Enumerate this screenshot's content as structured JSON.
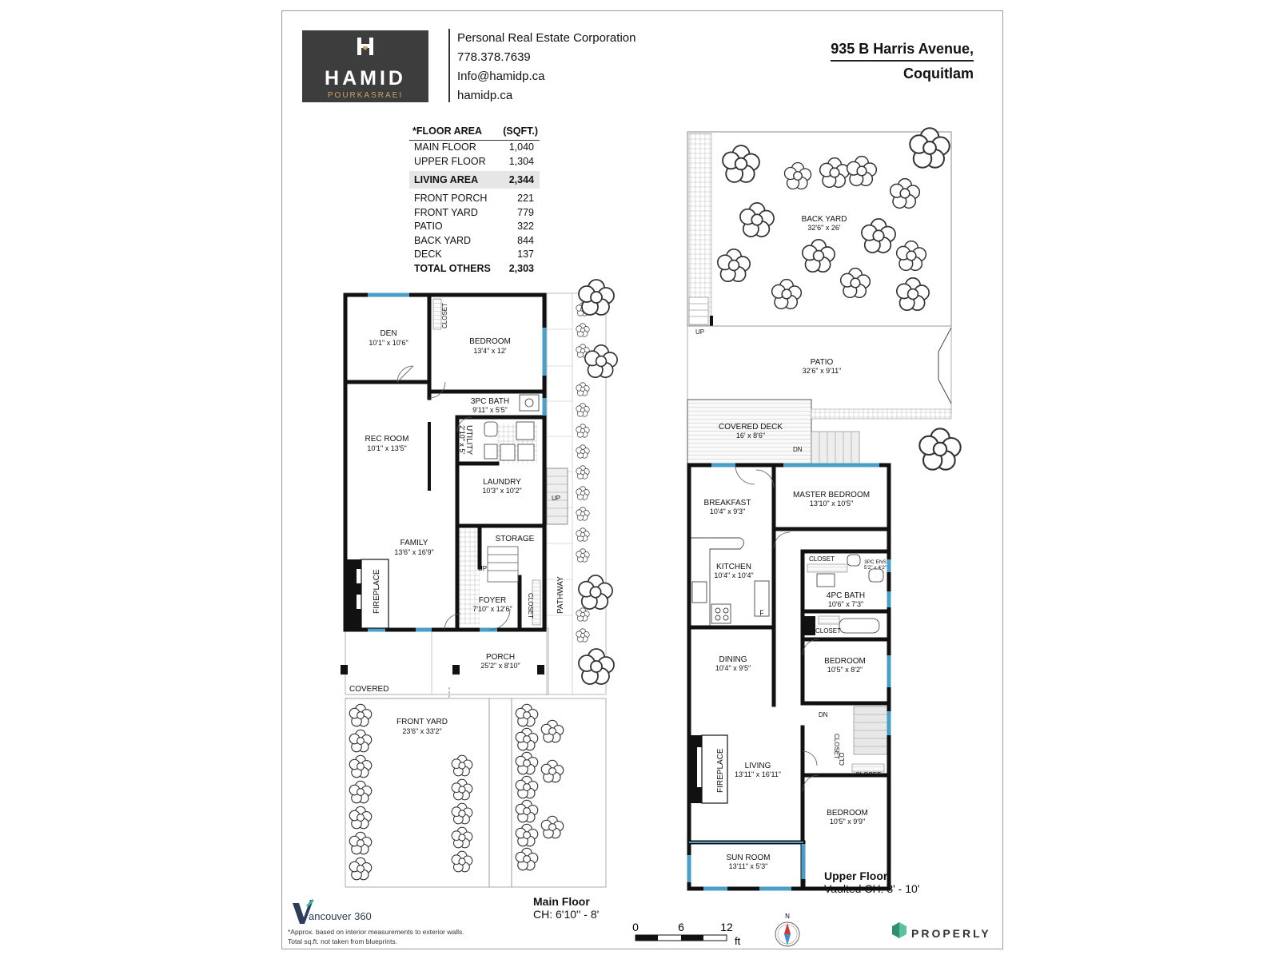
{
  "header": {
    "logo_brand": "HAMID",
    "logo_sub": "POURKASRAEI",
    "contact": {
      "company": "Personal Real Estate Corporation",
      "phone": "778.378.7639",
      "email": "Info@hamidp.ca",
      "website": "hamidp.ca"
    },
    "address_line1": "935 B Harris Avenue,",
    "address_line2": "Coquitlam"
  },
  "area_table": {
    "header_label": "*FLOOR AREA",
    "header_unit": "(SQFT.)",
    "rows": [
      {
        "label": "MAIN FLOOR",
        "value": "1,040"
      },
      {
        "label": "UPPER FLOOR",
        "value": "1,304"
      }
    ],
    "living": {
      "label": "LIVING AREA",
      "value": "2,344"
    },
    "others": [
      {
        "label": "FRONT PORCH",
        "value": "221"
      },
      {
        "label": "FRONT YARD",
        "value": "779"
      },
      {
        "label": "PATIO",
        "value": "322"
      },
      {
        "label": "BACK YARD",
        "value": "844"
      },
      {
        "label": "DECK",
        "value": "137"
      }
    ],
    "total": {
      "label": "TOTAL OTHERS",
      "value": "2,303"
    }
  },
  "main_floor": {
    "title": "Main Floor",
    "ceiling": "CH: 6'10'' - 8'",
    "rooms": {
      "den": {
        "name": "DEN",
        "dims": "10'1\" x 10'6\""
      },
      "bedroom": {
        "name": "BEDROOM",
        "dims": "13'4\" x 12'"
      },
      "closet": "CLOSET",
      "bath": {
        "name": "3PC BATH",
        "dims": "9'11\" x 5'5\""
      },
      "utility": {
        "name": "UTILITY",
        "dims": "2'10\" x 5'"
      },
      "rec_room": {
        "name": "REC ROOM",
        "dims": "10'1\" x 13'5\""
      },
      "laundry": {
        "name": "LAUNDRY",
        "dims": "10'3\" x 10'2\""
      },
      "storage": "STORAGE",
      "family": {
        "name": "FAMILY",
        "dims": "13'6\" x 16'9\""
      },
      "fireplace": "FIREPLACE",
      "foyer": {
        "name": "FOYER",
        "dims": "7'10\" x 12'6\""
      },
      "foyer_closet": "CLOSET",
      "pathway": "PATHWAY",
      "up1": "UP",
      "up2": "UP",
      "porch": {
        "name": "PORCH",
        "dims": "25'2\" x 8'10\""
      },
      "covered": "COVERED",
      "front_yard": {
        "name": "FRONT YARD",
        "dims": "23'6\" x 33'2\""
      }
    }
  },
  "upper_floor": {
    "title": "Upper Floor",
    "ceiling": "Vaulted CH: 8' - 10'",
    "rooms": {
      "back_yard": {
        "name": "BACK YARD",
        "dims": "32'6\" x 26'"
      },
      "patio": {
        "name": "PATIO",
        "dims": "32'6\" x 9'11\""
      },
      "covered_deck": {
        "name": "COVERED DECK",
        "dims": "16' x 8'6\""
      },
      "up": "UP",
      "dn1": "DN",
      "breakfast": {
        "name": "BREAKFAST",
        "dims": "10'4\" x 9'3\""
      },
      "master": {
        "name": "MASTER BEDROOM",
        "dims": "13'10\" x 10'5\""
      },
      "kitchen": {
        "name": "KITCHEN",
        "dims": "10'4\" x 10'4\""
      },
      "closet1": "CLOSET",
      "ens": {
        "name": "3PC ENS",
        "dims": "5'2\" x 4'2\""
      },
      "bath4": {
        "name": "4PC BATH",
        "dims": "10'6\" x 7'3\""
      },
      "closet2": "CLOSET",
      "fridge": "F",
      "dining": {
        "name": "DINING",
        "dims": "10'4\" x 9'5\""
      },
      "bedroom1": {
        "name": "BEDROOM",
        "dims": "10'5\" x 8'2\""
      },
      "dn2": "DN",
      "closet3": "CLOSET",
      "clo": "CLO",
      "closet4": "CLOSET",
      "fireplace": "FIREPLACE",
      "living": {
        "name": "LIVING",
        "dims": "13'11\" x 16'11\""
      },
      "bedroom2": {
        "name": "BEDROOM",
        "dims": "10'5\" x 9'9\""
      },
      "sun_room": {
        "name": "SUN ROOM",
        "dims": "13'11\" x 5'3\""
      }
    }
  },
  "footer": {
    "v360_v": "V",
    "v360_text": "ancouver 360",
    "disclaimer_line1": "*Approx. based on interior measurements to exterior walls.",
    "disclaimer_line2": "Total sq.ft. not taken from blueprints.",
    "scale_labels": [
      "0",
      "6",
      "12"
    ],
    "scale_unit": "ft",
    "compass_label": "N",
    "properly": "PROPERLY"
  },
  "colors": {
    "wall": "#111111",
    "window": "#4a9fc9",
    "logo_bg": "#3d3d3d",
    "logo_gold": "#c8a465",
    "living_highlight": "#e6e6e6",
    "properly_green": "#2f8f6f",
    "v360_blue": "#2b3d5a"
  }
}
